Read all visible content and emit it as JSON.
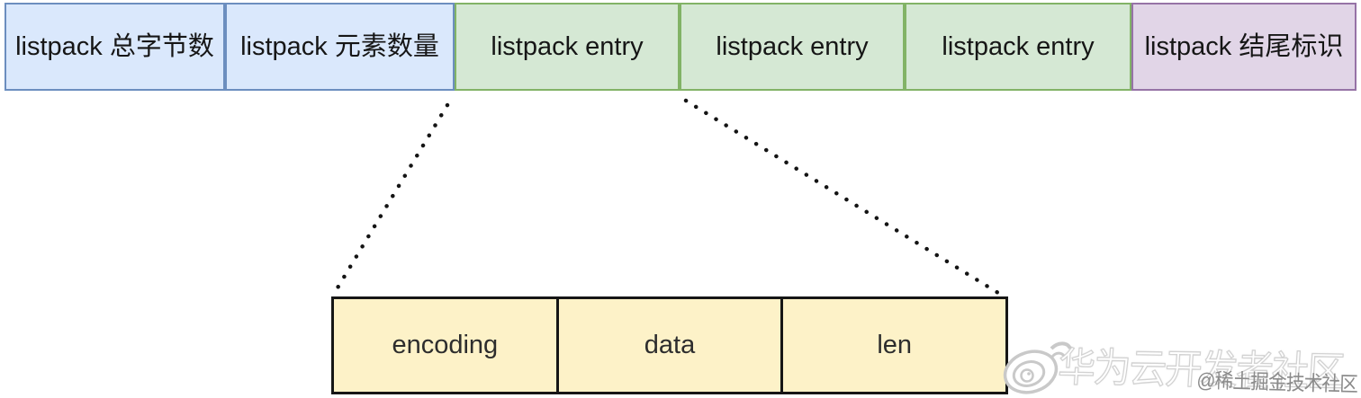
{
  "top_row": {
    "cells": [
      {
        "label": "listpack 总字节数",
        "fill": "#dae8fc",
        "border": "#6c8ebf"
      },
      {
        "label": "listpack 元素数量",
        "fill": "#dae8fc",
        "border": "#6c8ebf"
      },
      {
        "label": "listpack entry",
        "fill": "#d5e8d4",
        "border": "#82b366"
      },
      {
        "label": "listpack entry",
        "fill": "#d5e8d4",
        "border": "#82b366"
      },
      {
        "label": "listpack entry",
        "fill": "#d5e8d4",
        "border": "#82b366"
      },
      {
        "label": "listpack 结尾标识",
        "fill": "#e1d5e7",
        "border": "#9673a6"
      }
    ]
  },
  "entry_detail": {
    "fill": "#fdf2c8",
    "border": "#161616",
    "cells": [
      {
        "label": "encoding"
      },
      {
        "label": "data"
      },
      {
        "label": "len"
      }
    ]
  },
  "connectors": {
    "style": "dotted",
    "color": "#141414"
  },
  "watermark": {
    "icon": "weibo-icon",
    "large_text": "华为云开发者社区",
    "small_text": "@稀土掘金技术社区"
  }
}
